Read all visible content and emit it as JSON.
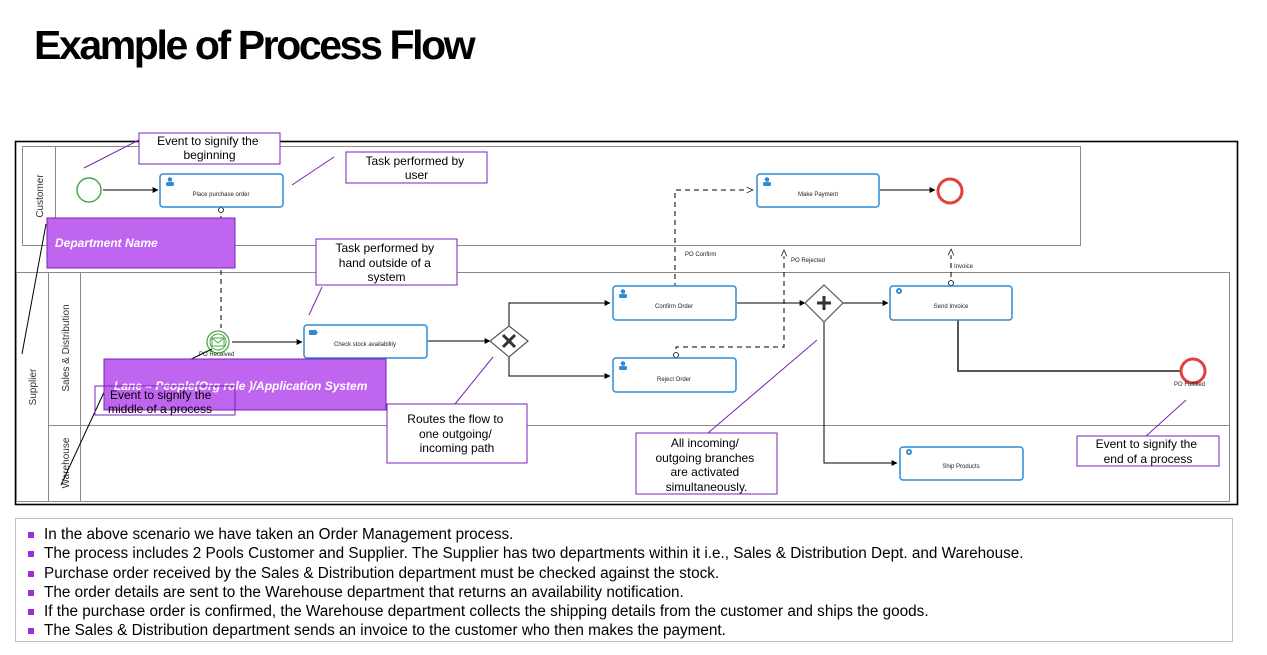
{
  "page_title": "Example of Process Flow",
  "pools": {
    "customer": "Customer",
    "supplier": "Supplier",
    "sales_distribution": "Sales & Distribution",
    "warehouse": "Warehouse"
  },
  "tasks": {
    "place_purchase_order": "Place purchase order",
    "make_payment": "Make Payment",
    "confirm_order": "Confirm Order",
    "reject_order": "Reject Order",
    "send_invoice": "Send Invoice",
    "check_stock": "Check stock availability",
    "ship_products": "Ship Products"
  },
  "flow_labels": {
    "po_received": "PO Received",
    "po_confirm": "PO Confirm",
    "po_rejected": "PO Rejected",
    "invoice": "Invoice",
    "po_fulfilled": "PO Fulfilled"
  },
  "callouts": {
    "start_event": [
      "Event to signify the",
      "beginning"
    ],
    "user_task": [
      "Task performed by",
      "user"
    ],
    "manual_task": [
      "Task performed by",
      "hand outside of a",
      "system"
    ],
    "exclusive_gateway": [
      "Routes the flow to",
      "one outgoing/",
      "incoming path"
    ],
    "parallel_gateway": [
      "All incoming/",
      "outgoing branches",
      "are activated",
      "simultaneously."
    ],
    "end_event": [
      "Event to signify the",
      "end of a process"
    ],
    "intermediate_event": [
      "Event to signify the",
      "middle of a process"
    ],
    "department_name": "Department Name",
    "lane": "Lane – People(Org role )/Application System"
  },
  "notes": [
    "In the above scenario we have taken an Order Management process.",
    "The process includes 2 Pools Customer and Supplier. The Supplier has two departments within it i.e., Sales & Distribution Dept. and Warehouse.",
    "Purchase order received by the Sales & Distribution department must be checked against the stock.",
    "The order details are sent to the Warehouse department that returns an availability notification.",
    "If the purchase order is confirmed, the Warehouse department collects the shipping details from the customer and ships the goods.",
    "The Sales & Distribution department sends an invoice to the customer who then makes the payment."
  ],
  "colors": {
    "task_border": "#2e8bd6",
    "callout_border": "#7a22b8",
    "purple_fill": "#c065f0",
    "start_event": "#4aa84a",
    "end_event": "#e0413f"
  }
}
